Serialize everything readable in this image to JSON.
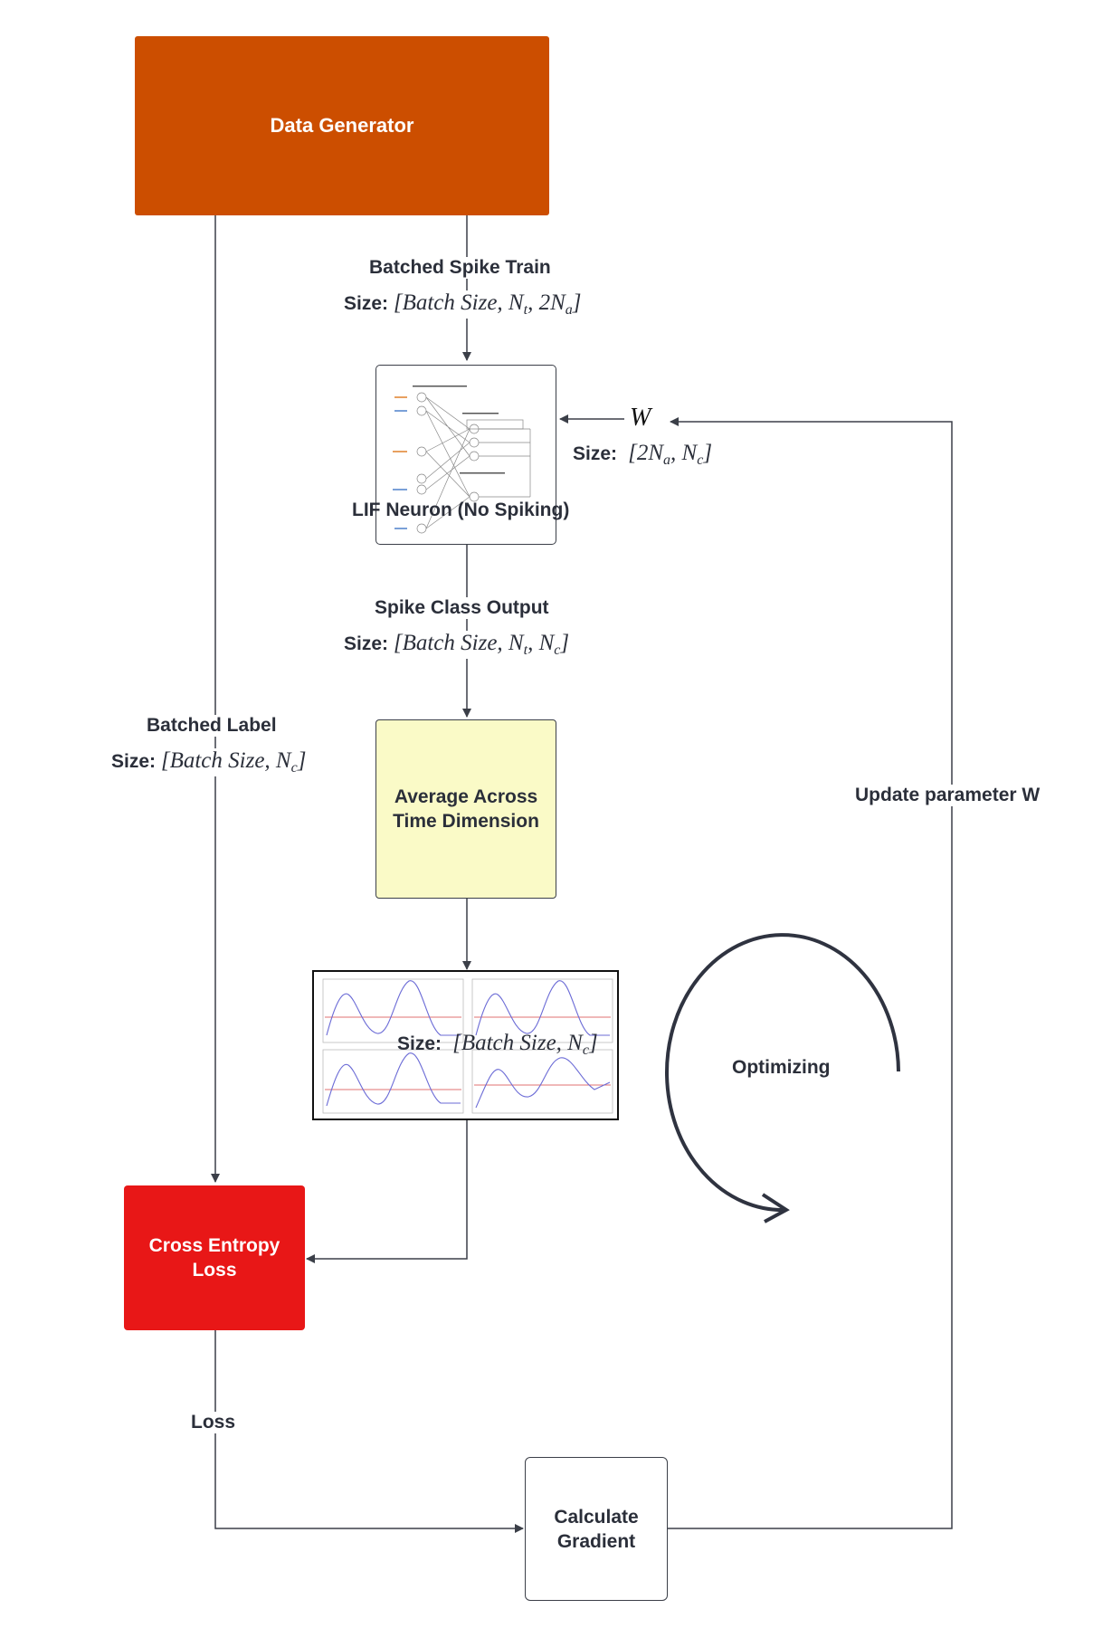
{
  "nodes": {
    "data_generator": "Data Generator",
    "lif_neuron": "LIF Neuron (No Spiking)",
    "average_time": "Average Across Time Dimension",
    "cross_entropy": "Cross Entropy Loss",
    "calc_gradient": "Calculate Gradient",
    "optimizing": "Optimizing"
  },
  "edges": {
    "spike_train_title": "Batched Spike Train",
    "spike_train_size_prefix": "Size:",
    "spike_train_size": "[Batch Size, N_t, 2N_a]",
    "class_output_title": "Spike Class Output",
    "class_output_size_prefix": "Size:",
    "class_output_size": "[Batch Size, N_t, N_c]",
    "batched_label_title": "Batched Label",
    "batched_label_size_prefix": "Size:",
    "batched_label_size": "[Batch Size, N_c]",
    "avg_size_prefix": "Size:",
    "avg_size": "[Batch Size, N_c]",
    "weight_symbol": "W",
    "weight_size_prefix": "Size:",
    "weight_size": "[2N_a, N_c]",
    "loss": "Loss",
    "update": "Update parameter W"
  },
  "colors": {
    "data_generator": "#cc4e00",
    "cross_entropy": "#e81717",
    "average_time": "#fafac7",
    "line": "#3b3f48",
    "plot_line": "#6b6bd6",
    "plot_threshold": "#e07070"
  }
}
